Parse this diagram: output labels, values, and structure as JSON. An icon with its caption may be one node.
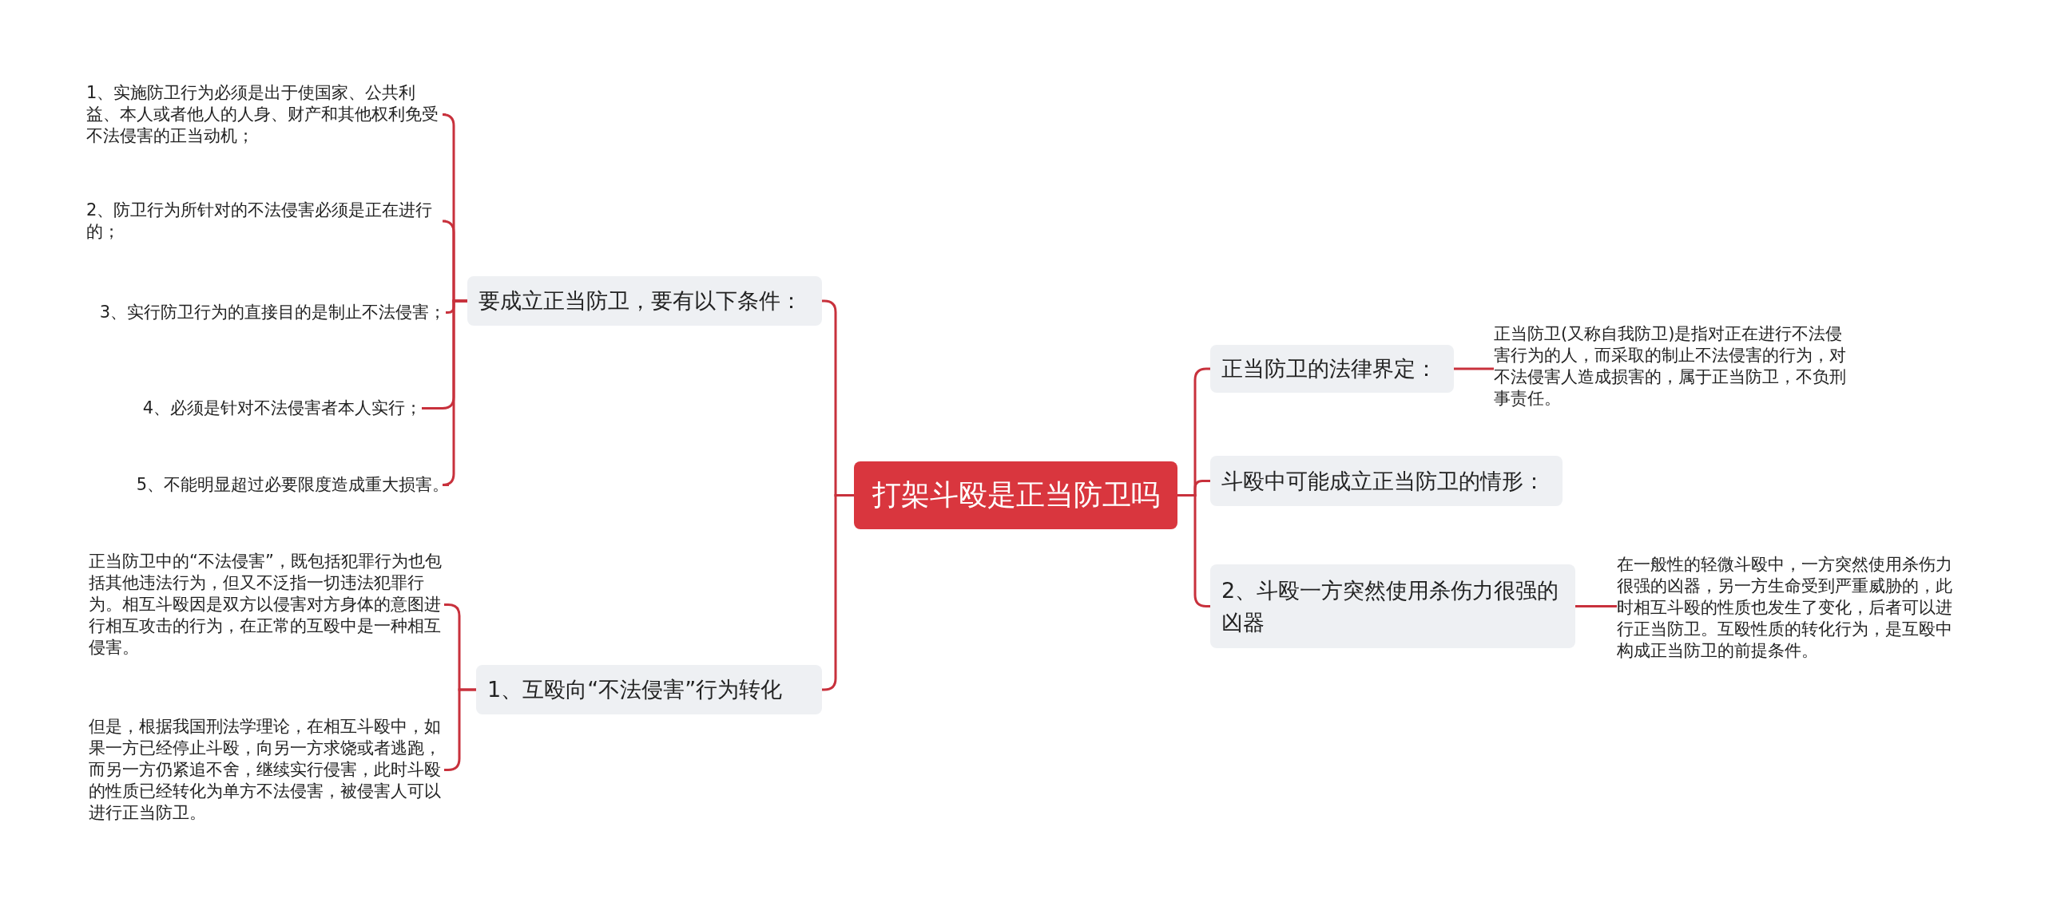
{
  "diagram": {
    "nodes": [
      {
        "text": [
          "打架斗殴是正当防卫吗"
        ]
      },
      {
        "text": [
          "要成立正当防卫，要有以下条件："
        ]
      },
      {
        "text": [
          "1、实施防卫行为必须是出于使国家、公共利益、本人或者他人的人身、财产和其他权利免受不法侵害的正当动机；"
        ]
      },
      {
        "text": [
          "2、防卫行为所针对的不法侵害必须是正在进行的；"
        ]
      },
      {
        "text": [
          "3、实行防卫行为的直接目的是制止不法侵害；"
        ]
      },
      {
        "text": [
          "4、必须是针对不法侵害者本人实行；"
        ]
      },
      {
        "text": [
          "5、不能明显超过必要限度造成重大损害。"
        ]
      },
      {
        "text": [
          "1、互殴向“不法侵害”行为转化"
        ]
      },
      {
        "text": [
          "正当防卫中的“不法侵害”，既包括犯罪行为也包括其他违法行为，但又不泛指一切违法犯罪行为。相互斗殴因是双方以侵害对方身体的意图进行相互攻击的行为，在正常的互殴中是一种相互侵害。"
        ]
      },
      {
        "text": [
          "但是，根据我国刑法学理论，在相互斗殴中，如果一方已经停止斗殴，向另一方求饶或者逃跑，而另一方仍紧追不舍，继续实行侵害，此时斗殴的性质已经转化为单方不法侵害，被侵害人可以进行正当防卫。"
        ]
      },
      {
        "text": [
          "正当防卫的法律界定："
        ]
      },
      {
        "text": [
          "正当防卫(又称自我防卫)是指对正在进行不法侵害行为的人，而采取的制止不法侵害的行为，对不法侵害人造成损害的，属于正当防卫，不负刑事责任。"
        ]
      },
      {
        "text": [
          "斗殴中可能成立正当防卫的情形："
        ]
      },
      {
        "text": [
          "2、斗殴一方突然使用杀伤力很强的凶器"
        ]
      },
      {
        "text": [
          "在一般性的轻微斗殴中，一方突然使用杀伤力很强的凶器，另一方生命受到严重威胁的，此时相互斗殴的性质也发生了变化，后者可以进行正当防卫。互殴性质的转化行为，是互殴中构成正当防卫的前提条件。"
        ]
      }
    ],
    "edges": [
      {
        "from": 0,
        "to": 1,
        "arrow": "none"
      },
      {
        "from": 0,
        "to": 7,
        "arrow": "none"
      },
      {
        "from": 0,
        "to": 10,
        "arrow": "none"
      },
      {
        "from": 0,
        "to": 12,
        "arrow": "none"
      },
      {
        "from": 0,
        "to": 13,
        "arrow": "none"
      },
      {
        "from": 1,
        "to": 2,
        "arrow": "none"
      },
      {
        "from": 1,
        "to": 3,
        "arrow": "none"
      },
      {
        "from": 1,
        "to": 4,
        "arrow": "none"
      },
      {
        "from": 1,
        "to": 5,
        "arrow": "none"
      },
      {
        "from": 1,
        "to": 6,
        "arrow": "none"
      },
      {
        "from": 7,
        "to": 8,
        "arrow": "none"
      },
      {
        "from": 7,
        "to": 9,
        "arrow": "none"
      },
      {
        "from": 10,
        "to": 11,
        "arrow": "none"
      },
      {
        "from": 13,
        "to": 14,
        "arrow": "none"
      }
    ]
  }
}
